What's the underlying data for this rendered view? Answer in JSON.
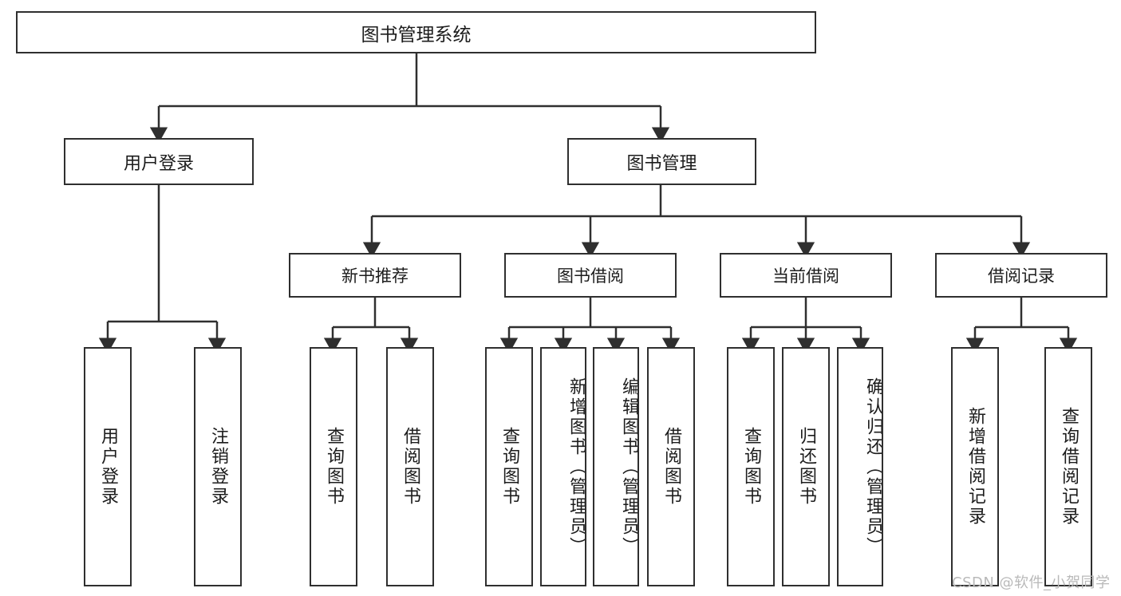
{
  "diagram": {
    "type": "tree-hierarchy-chart",
    "title": "图书管理系统",
    "line_color": "#2f2f2f",
    "box_fill": "#ffffff",
    "text_color": "#1c1c1c",
    "nodes": {
      "root": {
        "label": "图书管理系统"
      },
      "level2": [
        {
          "label": "用户登录"
        },
        {
          "label": "图书管理"
        }
      ],
      "level3": [
        {
          "label": "新书推荐"
        },
        {
          "label": "图书借阅"
        },
        {
          "label": "当前借阅"
        },
        {
          "label": "借阅记录"
        }
      ],
      "leaves": {
        "user_login": [
          {
            "label": "用户登录"
          },
          {
            "label": "注销登录"
          }
        ],
        "new_book_recommend": [
          {
            "label": "查询图书"
          },
          {
            "label": "借阅图书"
          }
        ],
        "book_borrow": [
          {
            "label": "查询图书"
          },
          {
            "label": "新增图书（管理员）"
          },
          {
            "label": "编辑图书（管理员）"
          },
          {
            "label": "借阅图书"
          }
        ],
        "current_borrow": [
          {
            "label": "查询图书"
          },
          {
            "label": "归还图书"
          },
          {
            "label": "确认归还（管理员）"
          }
        ],
        "borrow_record": [
          {
            "label": "新增借阅记录"
          },
          {
            "label": "查询借阅记录"
          }
        ]
      }
    }
  },
  "watermark": {
    "text": "CSDN @软件_小贺同学",
    "color": "#b9b9b9"
  }
}
